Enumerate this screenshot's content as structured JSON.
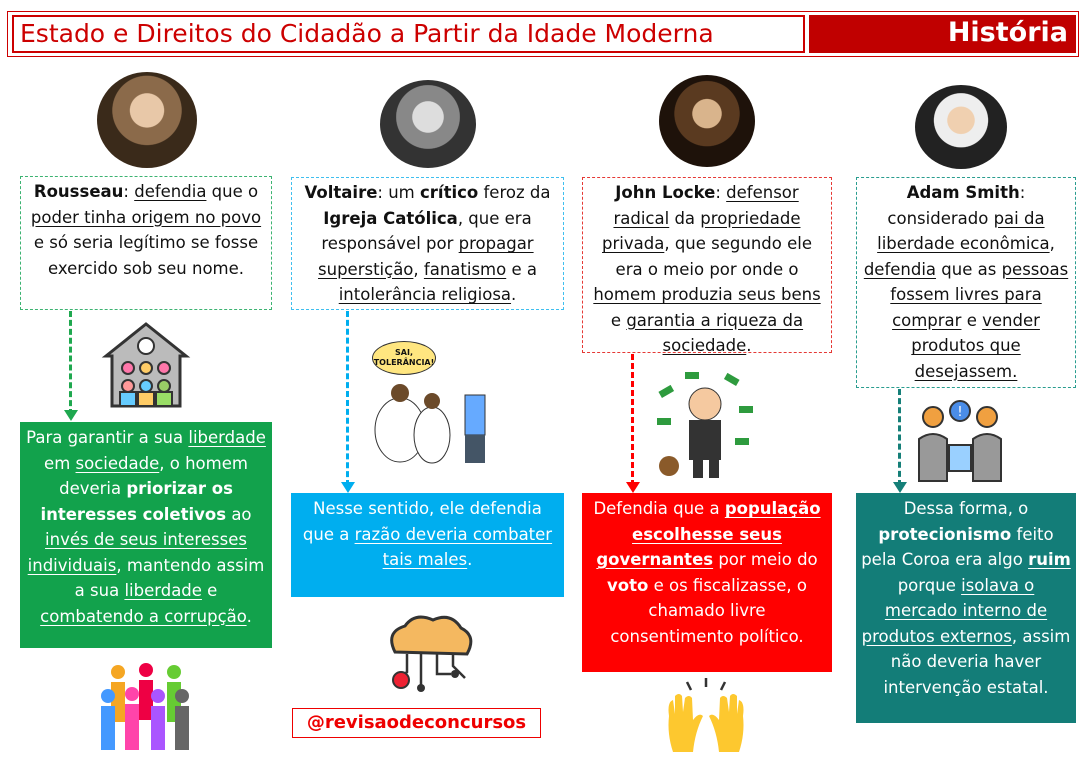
{
  "header": {
    "title": "Estado e Direitos do Cidadão a Partir da Idade Moderna",
    "subject": "História"
  },
  "columns": [
    {
      "name": "rousseau",
      "color": "#1fa84f",
      "dash": "#3cb371",
      "intro": [
        {
          "t": "Rousseau",
          "b": 1
        },
        {
          "t": ": "
        },
        {
          "t": "defendia",
          "u": 1
        },
        {
          "t": " que o "
        },
        {
          "t": "poder tinha origem no povo",
          "u": 1
        },
        {
          "t": " e só seria legítimo se fosse exercido sob seu nome."
        }
      ],
      "conclusion": [
        {
          "t": "Para garantir a sua "
        },
        {
          "t": "liberdade",
          "u": 1
        },
        {
          "t": " em "
        },
        {
          "t": "sociedade",
          "u": 1
        },
        {
          "t": ", o homem deveria "
        },
        {
          "t": "priorizar os interesses coletivos",
          "b": 1
        },
        {
          "t": " ao "
        },
        {
          "t": "invés de seus interesses individuais",
          "u": 1
        },
        {
          "t": ", mantendo assim a sua "
        },
        {
          "t": "liberdade",
          "u": 1
        },
        {
          "t": " e "
        },
        {
          "t": "combatendo a corrupção",
          "u": 1
        },
        {
          "t": "."
        }
      ]
    },
    {
      "name": "voltaire",
      "color": "#00aeef",
      "dash": "#3fbfef",
      "intro": [
        {
          "t": "Voltaire",
          "b": 1
        },
        {
          "t": ": um "
        },
        {
          "t": "crítico",
          "b": 1
        },
        {
          "t": " feroz da "
        },
        {
          "t": "Igreja Católica",
          "b": 1
        },
        {
          "t": ", que era responsável por "
        },
        {
          "t": "propagar superstição",
          "u": 1
        },
        {
          "t": ", "
        },
        {
          "t": "fanatismo",
          "u": 1
        },
        {
          "t": " e a "
        },
        {
          "t": "intolerância religiosa",
          "u": 1
        },
        {
          "t": "."
        }
      ],
      "conclusion": [
        {
          "t": "Nesse sentido, ele defendia que a "
        },
        {
          "t": "razão deveria combater tais males",
          "u": 1
        },
        {
          "t": "."
        }
      ],
      "cartoon_text": "SAI, TOLERÂNCIA!"
    },
    {
      "name": "locke",
      "color": "#ff0000",
      "dash": "#e53935",
      "intro": [
        {
          "t": "John Locke",
          "b": 1
        },
        {
          "t": ": "
        },
        {
          "t": "defensor radical",
          "u": 1
        },
        {
          "t": " da "
        },
        {
          "t": "propriedade privada",
          "u": 1
        },
        {
          "t": ", que segundo ele era o meio por onde o "
        },
        {
          "t": "homem produzia seus bens",
          "u": 1
        },
        {
          "t": " e "
        },
        {
          "t": "garantia a riqueza da sociedade",
          "u": 1
        },
        {
          "t": "."
        }
      ],
      "conclusion": [
        {
          "t": "Defendia que a "
        },
        {
          "t": "população escolhesse seus governantes",
          "b": 1,
          "u": 1
        },
        {
          "t": " por meio do "
        },
        {
          "t": "voto",
          "b": 1
        },
        {
          "t": " e os fiscalizasse, o chamado livre consentimento político."
        }
      ]
    },
    {
      "name": "smith",
      "color": "#157f78",
      "dash": "#2a9d8f",
      "intro": [
        {
          "t": "Adam Smith",
          "b": 1
        },
        {
          "t": ": considerado "
        },
        {
          "t": "pai da liberdade econômica",
          "u": 1
        },
        {
          "t": ", "
        },
        {
          "t": "defendia",
          "u": 1
        },
        {
          "t": " que as "
        },
        {
          "t": "pessoas fossem livres para comprar",
          "u": 1
        },
        {
          "t": " e "
        },
        {
          "t": "vender produtos que desejassem.",
          "u": 1
        }
      ],
      "conclusion": [
        {
          "t": "Dessa forma, o "
        },
        {
          "t": "protecionismo",
          "b": 1
        },
        {
          "t": " feito pela Coroa era algo "
        },
        {
          "t": "ruim",
          "b": 1,
          "u": 1
        },
        {
          "t": " porque "
        },
        {
          "t": "isolava o mercado interno de produtos externos",
          "u": 1
        },
        {
          "t": ", assim não deveria haver intervenção estatal."
        }
      ]
    }
  ],
  "handle": "@revisaodeconcursos"
}
